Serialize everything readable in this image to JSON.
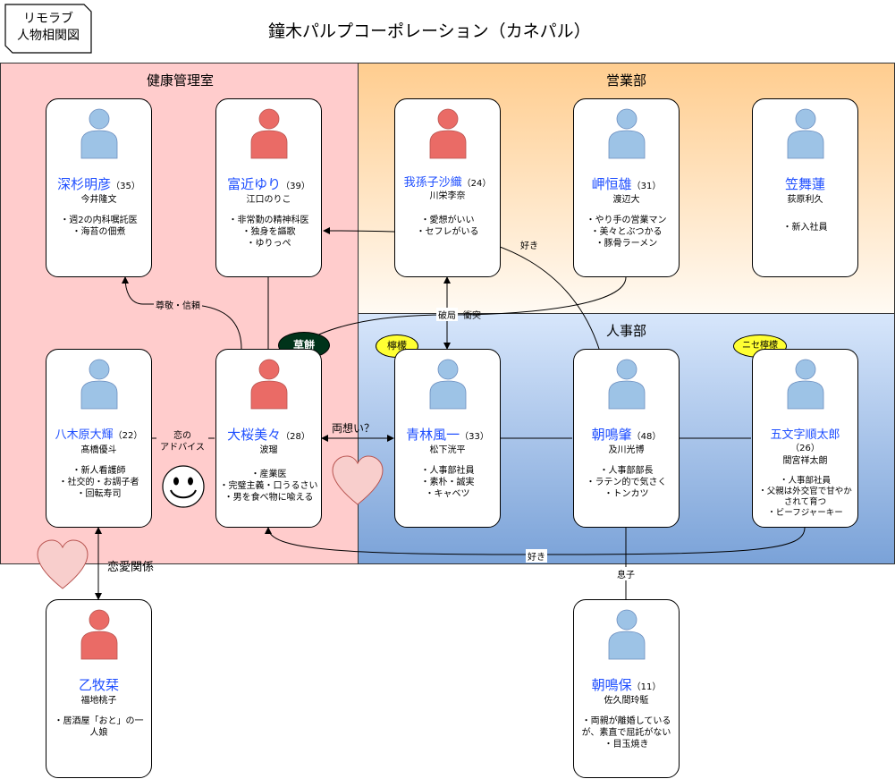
{
  "corner_label": [
    "リモラブ",
    "人物相関図"
  ],
  "title": "鐘木パルプコーポレーション（カネパル）",
  "regions": {
    "health": "健康管理室",
    "sales": "営業部",
    "hr": "人事部"
  },
  "people": {
    "fukasugi": {
      "name": "深杉明彦",
      "age": "（35）",
      "actor": "今井隆文",
      "notes": [
        "・週2の内科嘱託医",
        "・海苔の佃煮"
      ],
      "gender": "male"
    },
    "tomichika": {
      "name": "富近ゆり",
      "age": "（39）",
      "actor": "江口のりこ",
      "notes": [
        "・非常勤の精神科医",
        "・独身を謳歌",
        "・ゆりっぺ"
      ],
      "gender": "female"
    },
    "abiko": {
      "name": "我孫子沙織",
      "age": "（24）",
      "actor": "川栄李奈",
      "notes": [
        "・愛想がいい",
        "・セフレがいる"
      ],
      "gender": "female"
    },
    "misaki": {
      "name": "岬恒雄",
      "age": "（31）",
      "actor": "渡辺大",
      "notes": [
        "・やり手の営業マン",
        "・美々とぶつかる",
        "・豚骨ラーメン"
      ],
      "gender": "male"
    },
    "kasamai": {
      "name": "笠舞蓮",
      "age": "",
      "actor": "荻原利久",
      "notes": [
        "・新入社員"
      ],
      "gender": "male"
    },
    "yagihara": {
      "name": "八木原大輝",
      "age": "（22）",
      "actor": "髙橋優斗",
      "notes": [
        "・新人看護師",
        "・社交的・お調子者",
        "・回転寿司"
      ],
      "gender": "male"
    },
    "ozakura": {
      "name": "大桜美々",
      "age": "（28）",
      "actor": "波瑠",
      "notes": [
        "・産業医",
        "・完璧主義・口うるさい",
        "・男を食べ物に喩える"
      ],
      "gender": "female"
    },
    "aobayashi": {
      "name": "青林風一",
      "age": "（33）",
      "actor": "松下洸平",
      "notes": [
        "・人事部社員",
        "・素朴・誠実",
        "・キャベツ"
      ],
      "gender": "male"
    },
    "asanaru": {
      "name": "朝鳴肇",
      "age": "（48）",
      "actor": "及川光博",
      "notes": [
        "・人事部部長",
        "・ラテン的で気さく",
        "・トンカツ"
      ],
      "gender": "male"
    },
    "gomonji": {
      "name": "五文字順太郎",
      "age": "（26）",
      "actor": "間宮祥太朗",
      "notes": [
        "・人事部社員",
        "・父親は外交官で甘やかされて育つ",
        "・ビーフジャーキー"
      ],
      "gender": "male"
    },
    "otomaki": {
      "name": "乙牧栞",
      "age": "",
      "actor": "福地桃子",
      "notes": [
        "・居酒屋「おと」の一人娘"
      ],
      "gender": "female"
    },
    "asanaru_tamotsu": {
      "name": "朝鳴保",
      "age": "（11）",
      "actor": "佐久間玲駈",
      "notes": [
        "・両親が離婚しているが、素直で屈託がない",
        "・目玉焼き"
      ],
      "gender": "male"
    }
  },
  "badges": {
    "kusamochi": "草餅",
    "remon": "檸檬",
    "nise_remon": "ニセ檸檬"
  },
  "relations": {
    "respect": "尊敬・信頼",
    "love_advice": [
      "恋の",
      "アドバイス"
    ],
    "ryoomoi": "両想い？",
    "hakyoku": "破局",
    "shototsu": "衝突",
    "suki1": "好き",
    "suki2": "好き",
    "musuko": "息子",
    "renai": "恋愛関係"
  },
  "colors": {
    "health_bg": "#ffcccc",
    "sales_bg_top": "#ffcd8f",
    "hr_bg_top": "#d7e6fb",
    "hr_bg_bottom": "#7aa2d8",
    "male": "#9dc3e6",
    "female": "#ea6b66",
    "badge_dark": "#00331a",
    "badge_yellow": "#ffff33",
    "heart": "#f8cecc",
    "name_blue": "#1f4fff"
  }
}
